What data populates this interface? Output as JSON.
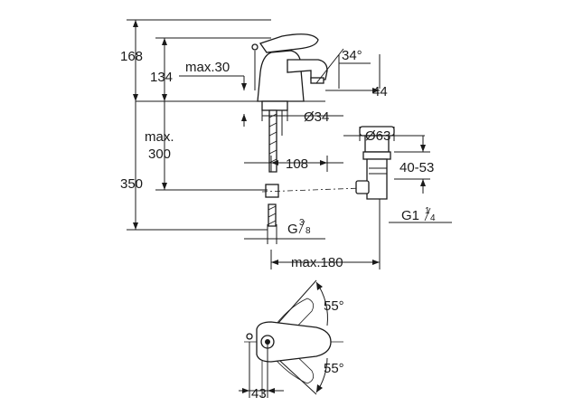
{
  "dimensions": {
    "overall_height": "168",
    "spout_height": "134",
    "max_30": "max.30",
    "spout_angle": "34°",
    "spout_projection": "44",
    "hole_diameter": "Ø34",
    "max_label": "max.",
    "max_value": "300",
    "offset_108": "108",
    "height_350": "350",
    "waste_diameter": "Ø63",
    "waste_range": "40-53",
    "waste_thread": "G1",
    "waste_thread_num": "1",
    "waste_thread_den": "4",
    "supply_thread": "G",
    "supply_thread_num": "3",
    "supply_thread_den": "8",
    "max_180": "max.180",
    "lever_angle_top": "55°",
    "lever_angle_bottom": "55°",
    "plan_offset": "43"
  },
  "colors": {
    "line": "#1a1a1a",
    "background": "#ffffff"
  }
}
